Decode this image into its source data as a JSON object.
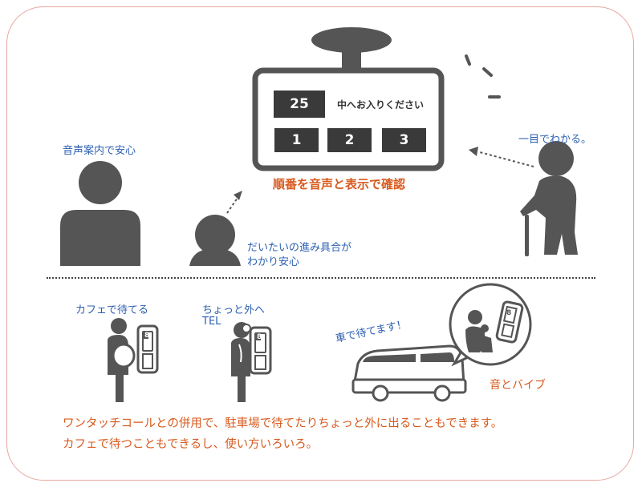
{
  "display": {
    "number_large": "25",
    "message": "中へお入りください",
    "numbers": [
      "1",
      "2",
      "3"
    ],
    "caption": "順番を音声と表示で確認"
  },
  "labels": {
    "voice_guidance": "音声案内で安心",
    "progress_line1": "だいたいの進み具合が",
    "progress_line2": "わかり安心",
    "glance": "一目でわかる。",
    "cafe_wait": "カフェで待てる",
    "step_out_line1": "ちょっと外へ",
    "step_out_line2": "TEL",
    "car_wait": "車で待てます！",
    "sound_vibe": "音とバイブ"
  },
  "pager_digit": "8",
  "footer": {
    "line1": "ワンタッチコールとの併用で、駐車場で待てたりちょっと外に出ることもできます。",
    "line2": "カフェで待つこともできるし、使い方いろいろ。"
  },
  "colors": {
    "figure": "#555555",
    "blue_text": "#2c5fb0",
    "orange_text": "#d85a1e",
    "frame": "#e8a5a0"
  }
}
